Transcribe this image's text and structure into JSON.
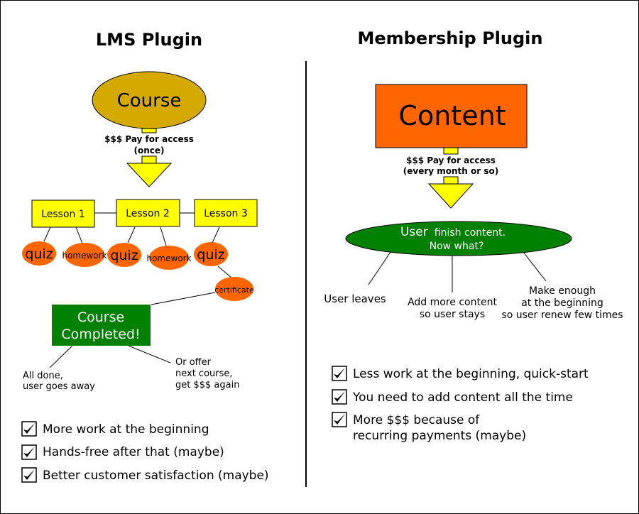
{
  "left": {
    "title": "LMS Plugin",
    "course": "Course",
    "pay_line1": "$$$ Pay for access",
    "pay_line2": "(once)",
    "lessons": [
      "Lesson 1",
      "Lesson 2",
      "Lesson 3"
    ],
    "activities": [
      "quiz",
      "homework",
      "quiz",
      "homework",
      "quiz"
    ],
    "certificate": "certificate",
    "completed_line1": "Course",
    "completed_line2": "Completed!",
    "outcome_away_line1": "All done,",
    "outcome_away_line2": "user goes away",
    "outcome_next_line1": "Or offer",
    "outcome_next_line2": "next course,",
    "outcome_next_line3": "get $$$ again",
    "checklist": [
      "More work at the beginning",
      "Hands-free after that (maybe)",
      "Better customer satisfaction (maybe)"
    ]
  },
  "right": {
    "title": "Membership Plugin",
    "content": "Content",
    "pay_line1": "$$$ Pay for access",
    "pay_line2": "(every month or so)",
    "finish_user": "User",
    "finish_rest": "finish content.",
    "finish_line2": "Now what?",
    "user_leaves": "User leaves",
    "add_line1": "Add more content",
    "add_line2": "so user stays",
    "renew_line1": "Make enough",
    "renew_line2": "at the beginning",
    "renew_line3": "so user renew few times",
    "checklist": [
      "Less work at the beginning, quick-start",
      "You need to add content all the time",
      "More $$$ because of"
    ],
    "checklist_cont": "recurring payments (maybe)"
  },
  "colors": {
    "course_fill": "#d4aa00",
    "arrow_yellow": "#ffff00",
    "content_orange": "#ff6600",
    "green": "#008000",
    "activity_orange": "#ff6600"
  }
}
